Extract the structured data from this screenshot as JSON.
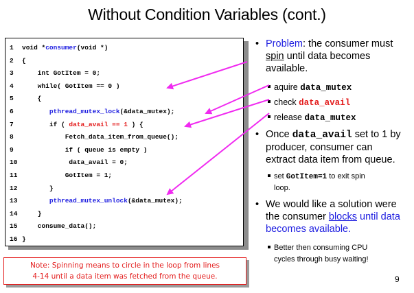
{
  "slide": {
    "title": "Without Condition Variables (cont.)",
    "page_number": "9"
  },
  "code": {
    "lines": [
      {
        "num": "1",
        "parts": [
          {
            "t": "void *",
            "c": ""
          },
          {
            "t": "consumer",
            "c": "kw"
          },
          {
            "t": "(void *)",
            "c": ""
          }
        ]
      },
      {
        "num": "2",
        "parts": [
          {
            "t": "{",
            "c": ""
          }
        ]
      },
      {
        "num": "3",
        "parts": [
          {
            "t": "    int GotItem = 0;",
            "c": ""
          }
        ]
      },
      {
        "num": "4",
        "parts": [
          {
            "t": "    while( GotItem == 0 )",
            "c": ""
          }
        ]
      },
      {
        "num": "5",
        "parts": [
          {
            "t": "    {",
            "c": ""
          }
        ]
      },
      {
        "num": "6",
        "parts": [
          {
            "t": "       ",
            "c": ""
          },
          {
            "t": "pthread_mutex_lock",
            "c": "kw"
          },
          {
            "t": "(&data_mutex);",
            "c": ""
          }
        ]
      },
      {
        "num": "7",
        "parts": [
          {
            "t": "       if ( ",
            "c": ""
          },
          {
            "t": "data_avail == 1",
            "c": "red"
          },
          {
            "t": " ) {",
            "c": ""
          }
        ]
      },
      {
        "num": "8",
        "parts": [
          {
            "t": "           Fetch_data_item_from_queue();",
            "c": ""
          }
        ]
      },
      {
        "num": "9",
        "parts": [
          {
            "t": "           if ( queue is empty )",
            "c": ""
          }
        ]
      },
      {
        "num": "10",
        "parts": [
          {
            "t": "            data_avail = 0;",
            "c": ""
          }
        ]
      },
      {
        "num": "11",
        "parts": [
          {
            "t": "           GotItem = 1;",
            "c": ""
          }
        ]
      },
      {
        "num": "12",
        "parts": [
          {
            "t": "       }",
            "c": ""
          }
        ]
      },
      {
        "num": "13",
        "parts": [
          {
            "t": "       ",
            "c": ""
          },
          {
            "t": "pthread_mutex_unlock",
            "c": "kw"
          },
          {
            "t": "(&data_mutex);",
            "c": ""
          }
        ]
      },
      {
        "num": "14",
        "parts": [
          {
            "t": "    }",
            "c": ""
          }
        ]
      },
      {
        "num": "15",
        "parts": [
          {
            "t": "    consume_data();",
            "c": ""
          }
        ]
      },
      {
        "num": "16",
        "parts": [
          {
            "t": "}",
            "c": ""
          }
        ]
      }
    ]
  },
  "bullets": {
    "problem_label": "Problem",
    "problem_rest_a": ": the consumer must",
    "problem_spin": "spin",
    "problem_rest_b": " until data becomes",
    "problem_rest_c": "available.",
    "sub_acquire_text": "aquire ",
    "sub_acquire_code": "data_mutex",
    "sub_check_text": "check ",
    "sub_check_code": "data_avail",
    "sub_release_text": "release ",
    "sub_release_code": "data_mutex",
    "once_a": "Once ",
    "once_code": "data_avail",
    "once_b": " set to 1 by",
    "once_c": "producer, consumer can",
    "once_d": "extract data item from queue.",
    "set_a": "set ",
    "set_code": "GotItem=1",
    "set_b": "  to exit spin",
    "set_c": "loop.",
    "would_a": "We would like a solution were",
    "would_b": "the consumer ",
    "would_blocks": "blocks",
    "would_c": " until data",
    "would_d": "becomes available.",
    "better_a": "Better then consuming CPU",
    "better_b": "cycles through busy waiting!"
  },
  "note": {
    "line1": "Note: Spinning means to circle in the loop from lines",
    "line2": "4-14 until a data item was fetched from the queue."
  },
  "colors": {
    "accent_blue": "#1d1de0",
    "accent_red": "#e31b1b",
    "arrow": "#f02af0"
  }
}
